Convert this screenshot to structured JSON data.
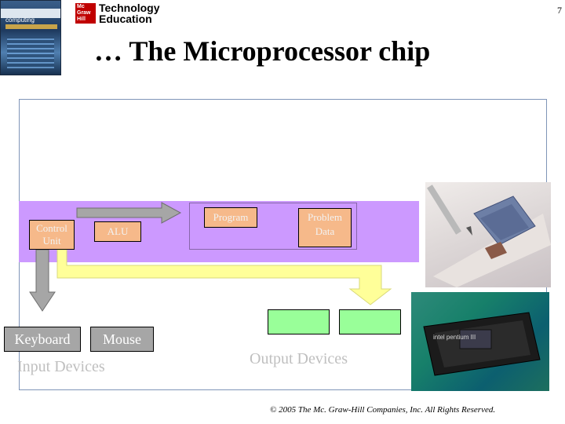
{
  "page_number": "7",
  "brand": {
    "logo_mark": "Mc Graw Hill",
    "line1": "Technology",
    "line2": "Education"
  },
  "cover_text": "computing",
  "title": "… The Microprocessor chip",
  "diagram": {
    "control_unit": "Control Unit",
    "alu": "ALU",
    "program": "Program",
    "problem_data": "Problem Data",
    "keyboard": "Keyboard",
    "mouse": "Mouse",
    "input_label": "Input Devices",
    "output_label": "Output Devices",
    "chip_text": "intel pentium III"
  },
  "colors": {
    "band": "#cc99ff",
    "label_box": "#f6b98a",
    "yellow_arrow": "#ffff99",
    "gray_arrow": "#a6a6a6",
    "output_box": "#99ff99"
  },
  "footer": {
    "copyright": "© 2005 The Mc. Graw-Hill Companies, Inc. All Rights Reserved."
  }
}
